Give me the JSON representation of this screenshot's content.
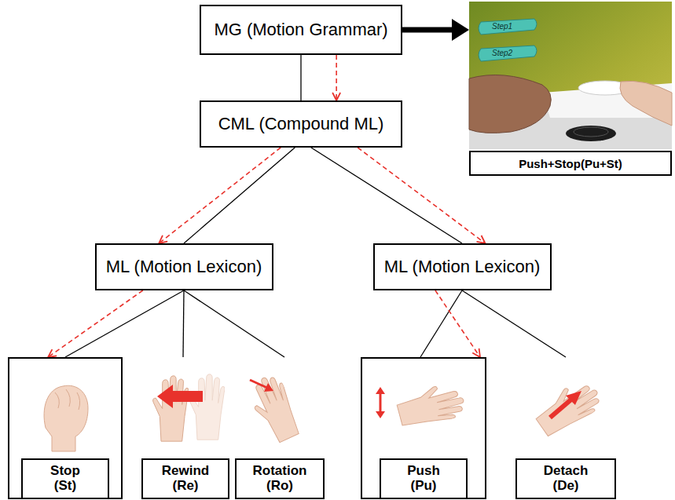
{
  "diagram": {
    "nodes": [
      {
        "text": [
          "MG (Motion Grammar)"
        ]
      },
      {
        "text": [
          "Push+Stop(Pu+St)"
        ]
      },
      {
        "text": [
          "CML (Compound ML)"
        ]
      },
      {
        "text": [
          "ML (Motion Lexicon)"
        ]
      },
      {
        "text": [
          "ML (Motion Lexicon)"
        ]
      },
      {
        "text": [
          "Stop (St)"
        ]
      },
      {
        "text": [
          "Rewind (Re)"
        ]
      },
      {
        "text": [
          "Rotation (Ro)"
        ]
      },
      {
        "text": [
          "Push (Pu)"
        ]
      },
      {
        "text": [
          "Detach (De)"
        ]
      }
    ],
    "edges": [
      {
        "from": 0,
        "to": 1,
        "arrow": "to"
      },
      {
        "from": 0,
        "to": 2,
        "arrow": "none"
      },
      {
        "from": 0,
        "to": 2,
        "arrow": "to"
      },
      {
        "from": 2,
        "to": 3,
        "arrow": "none"
      },
      {
        "from": 2,
        "to": 3,
        "arrow": "to"
      },
      {
        "from": 2,
        "to": 4,
        "arrow": "none"
      },
      {
        "from": 2,
        "to": 4,
        "arrow": "to"
      },
      {
        "from": 3,
        "to": 5,
        "arrow": "none"
      },
      {
        "from": 3,
        "to": 5,
        "arrow": "to"
      },
      {
        "from": 3,
        "to": 6,
        "arrow": "none"
      },
      {
        "from": 3,
        "to": 7,
        "arrow": "none"
      },
      {
        "from": 4,
        "to": 8,
        "arrow": "none"
      },
      {
        "from": 4,
        "to": 8,
        "arrow": "to"
      },
      {
        "from": 4,
        "to": 9,
        "arrow": "none"
      }
    ],
    "labels": [
      "Step1",
      "Step2"
    ]
  }
}
